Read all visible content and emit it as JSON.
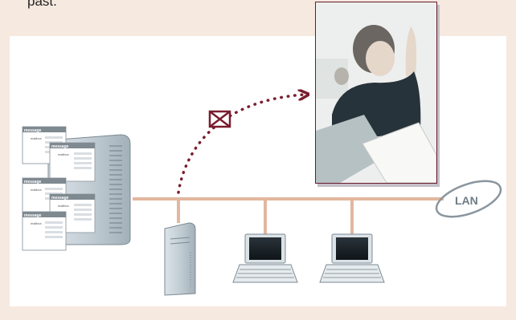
{
  "intro": {
    "text": "past."
  },
  "network": {
    "lan_label": "LAN"
  },
  "server_forms": {
    "header": "message",
    "field_label": "mailbox"
  },
  "colors": {
    "accent": "#7a1d2e",
    "network_line": "#e2b79f",
    "background": "#f6e9e0"
  }
}
